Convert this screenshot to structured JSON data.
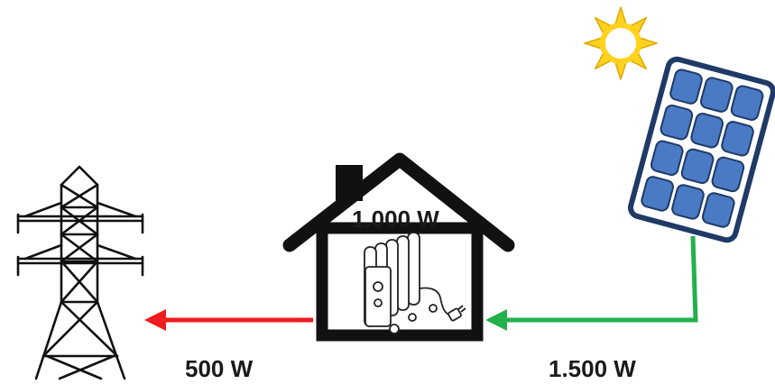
{
  "labels": {
    "house_consumption": "1.000 W",
    "grid_export": "500 W",
    "solar_production": "1.500 W"
  },
  "colors": {
    "export_arrow": "#ee1c1c",
    "solar_arrow": "#22b04c",
    "panel_cell": "#4a7ac4",
    "panel_frame": "#1f3a66",
    "sun": "#ffd21f",
    "outline": "#111111"
  },
  "icons": {
    "power_tower": "transmission-tower-icon",
    "house": "house-icon",
    "heater": "oil-radiator-icon",
    "sun": "sun-icon",
    "solar_panel": "solar-panel-icon"
  }
}
